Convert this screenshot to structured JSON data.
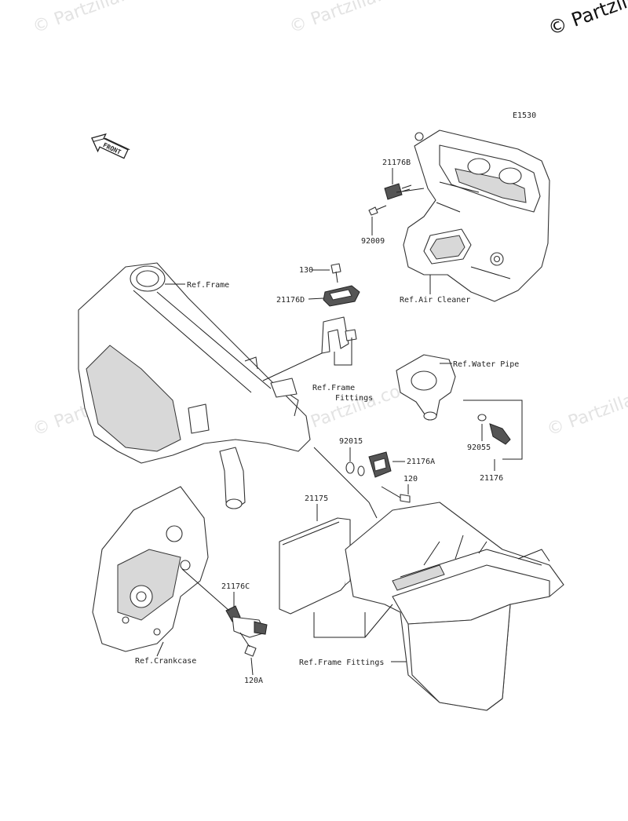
{
  "watermark": {
    "text": "© Partzilla.com",
    "corner_text": "© Partzilla"
  },
  "diagram_code": "E1530",
  "front_arrow_text": "FRONT",
  "labels": {
    "p21176B": "21176B",
    "p92009": "92009",
    "p130": "130",
    "p21176D": "21176D",
    "ref_frame": "Ref.Frame",
    "ref_air_cleaner": "Ref.Air Cleaner",
    "ref_frame_fittings_1": "Ref.Frame",
    "ref_frame_fittings_2": "Fittings",
    "ref_water_pipe": "Ref.Water Pipe",
    "p92015": "92015",
    "p21176A": "21176A",
    "p120": "120",
    "p92055": "92055",
    "p21176": "21176",
    "p21175": "21175",
    "p21176C": "21176C",
    "ref_crankcase": "Ref.Crankcase",
    "p120A": "120A",
    "ref_frame_fittings_bottom": "Ref.Frame Fittings"
  },
  "colors": {
    "line": "#222222",
    "watermark": "#e3e3e3",
    "background": "#ffffff"
  }
}
